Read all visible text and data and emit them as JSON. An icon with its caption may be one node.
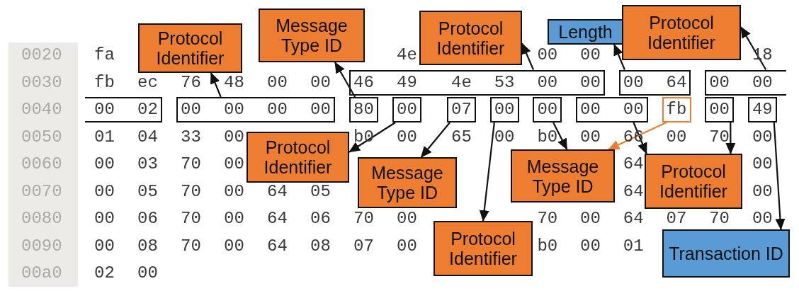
{
  "diagram": {
    "nodes": [
      {
        "text": [
          "Protocol Identifier"
        ]
      },
      {
        "text": [
          "Message Type ID"
        ]
      },
      {
        "text": [
          "Protocol Identifier"
        ]
      },
      {
        "text": [
          "Length"
        ]
      },
      {
        "text": [
          "Protocol Identifier"
        ]
      },
      {
        "text": [
          "46",
          "49",
          "4e",
          "53",
          "00",
          "00"
        ]
      },
      {
        "text": [
          "00",
          "64"
        ]
      },
      {
        "text": [
          "00",
          "00"
        ]
      },
      {
        "text": [
          "00",
          "02"
        ]
      },
      {
        "text": [
          "00",
          "00",
          "00",
          "00"
        ]
      },
      {
        "text": [
          "80"
        ]
      },
      {
        "text": [
          "00"
        ]
      },
      {
        "text": [
          "07"
        ]
      },
      {
        "text": [
          "00"
        ]
      },
      {
        "text": [
          "00"
        ]
      },
      {
        "text": [
          "00",
          "00"
        ]
      },
      {
        "text": [
          "fb"
        ]
      },
      {
        "text": [
          "00"
        ]
      },
      {
        "text": [
          "49"
        ]
      },
      {
        "text": [
          "Protocol Identifier"
        ]
      },
      {
        "text": [
          "Message Type ID"
        ]
      },
      {
        "text": [
          "Protocol Identifier"
        ]
      },
      {
        "text": [
          "Message Type ID"
        ]
      },
      {
        "text": [
          "Protocol Identifier"
        ]
      },
      {
        "text": [
          "Transaction ID"
        ]
      }
    ],
    "edges": [
      {
        "from": 9,
        "to": 0,
        "arrow": "to"
      },
      {
        "from": 10,
        "to": 1,
        "arrow": "to"
      },
      {
        "from": 5,
        "to": 2,
        "arrow": "to"
      },
      {
        "from": 6,
        "to": 3,
        "arrow": "to"
      },
      {
        "from": 7,
        "to": 4,
        "arrow": "to"
      },
      {
        "from": 11,
        "to": 19,
        "arrow": "to"
      },
      {
        "from": 12,
        "to": 22,
        "arrow": "to"
      },
      {
        "from": 13,
        "to": 23,
        "arrow": "to"
      },
      {
        "from": 14,
        "to": 20,
        "arrow": "to"
      },
      {
        "from": 15,
        "to": 21,
        "arrow": "to"
      },
      {
        "from": 16,
        "to": 20,
        "arrow": "to",
        "color": "#ed7d31"
      },
      {
        "from": 17,
        "to": 21,
        "arrow": "to"
      },
      {
        "from": 18,
        "to": 24,
        "arrow": "to"
      }
    ],
    "labels": [
      "0020",
      "fa",
      "4e",
      "00",
      "00",
      "18",
      "0030",
      "fb",
      "ec",
      "76",
      "48",
      "00",
      "00",
      "0040",
      "0050",
      "01",
      "04",
      "33",
      "00",
      "b0",
      "00",
      "65",
      "00",
      "b0",
      "00",
      "66",
      "00",
      "70",
      "00",
      "0060",
      "00",
      "03",
      "70",
      "00",
      "64",
      "00",
      "0070",
      "00",
      "05",
      "70",
      "00",
      "64",
      "05",
      "64",
      "00",
      "0080",
      "00",
      "06",
      "70",
      "00",
      "64",
      "06",
      "70",
      "00",
      "70",
      "00",
      "64",
      "07",
      "70",
      "00",
      "0090",
      "00",
      "08",
      "70",
      "00",
      "64",
      "08",
      "07",
      "00",
      "b0",
      "00",
      "01",
      "00a0",
      "02",
      "00"
    ]
  }
}
